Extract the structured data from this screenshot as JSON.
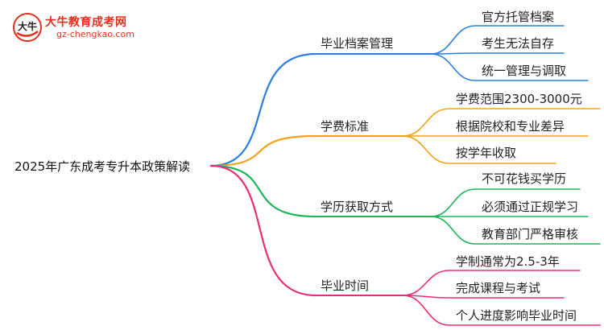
{
  "logo": {
    "name": "大牛教育成考网",
    "url": "gz-chengkao.com",
    "mark_text": "大牛"
  },
  "root": "2025年广东成考专升本政策解读",
  "branches": [
    {
      "label": "毕业档案管理",
      "color": "#2a7de1",
      "leaves": [
        "官方托管档案",
        "考生无法自存",
        "统一管理与调取"
      ]
    },
    {
      "label": "学费标准",
      "color": "#f2a21b",
      "leaves": [
        "学费范围2300-3000元",
        "根据院校和专业差异",
        "按学年收取"
      ]
    },
    {
      "label": "学历获取方式",
      "color": "#1fb45a",
      "leaves": [
        "不可花钱买学历",
        "必须通过正规学习",
        "教育部门严格审核"
      ]
    },
    {
      "label": "毕业时间",
      "color": "#ec2a75",
      "leaves": [
        "学制通常为2.5-3年",
        "完成课程与考试",
        "个人进度影响毕业时间"
      ]
    }
  ]
}
